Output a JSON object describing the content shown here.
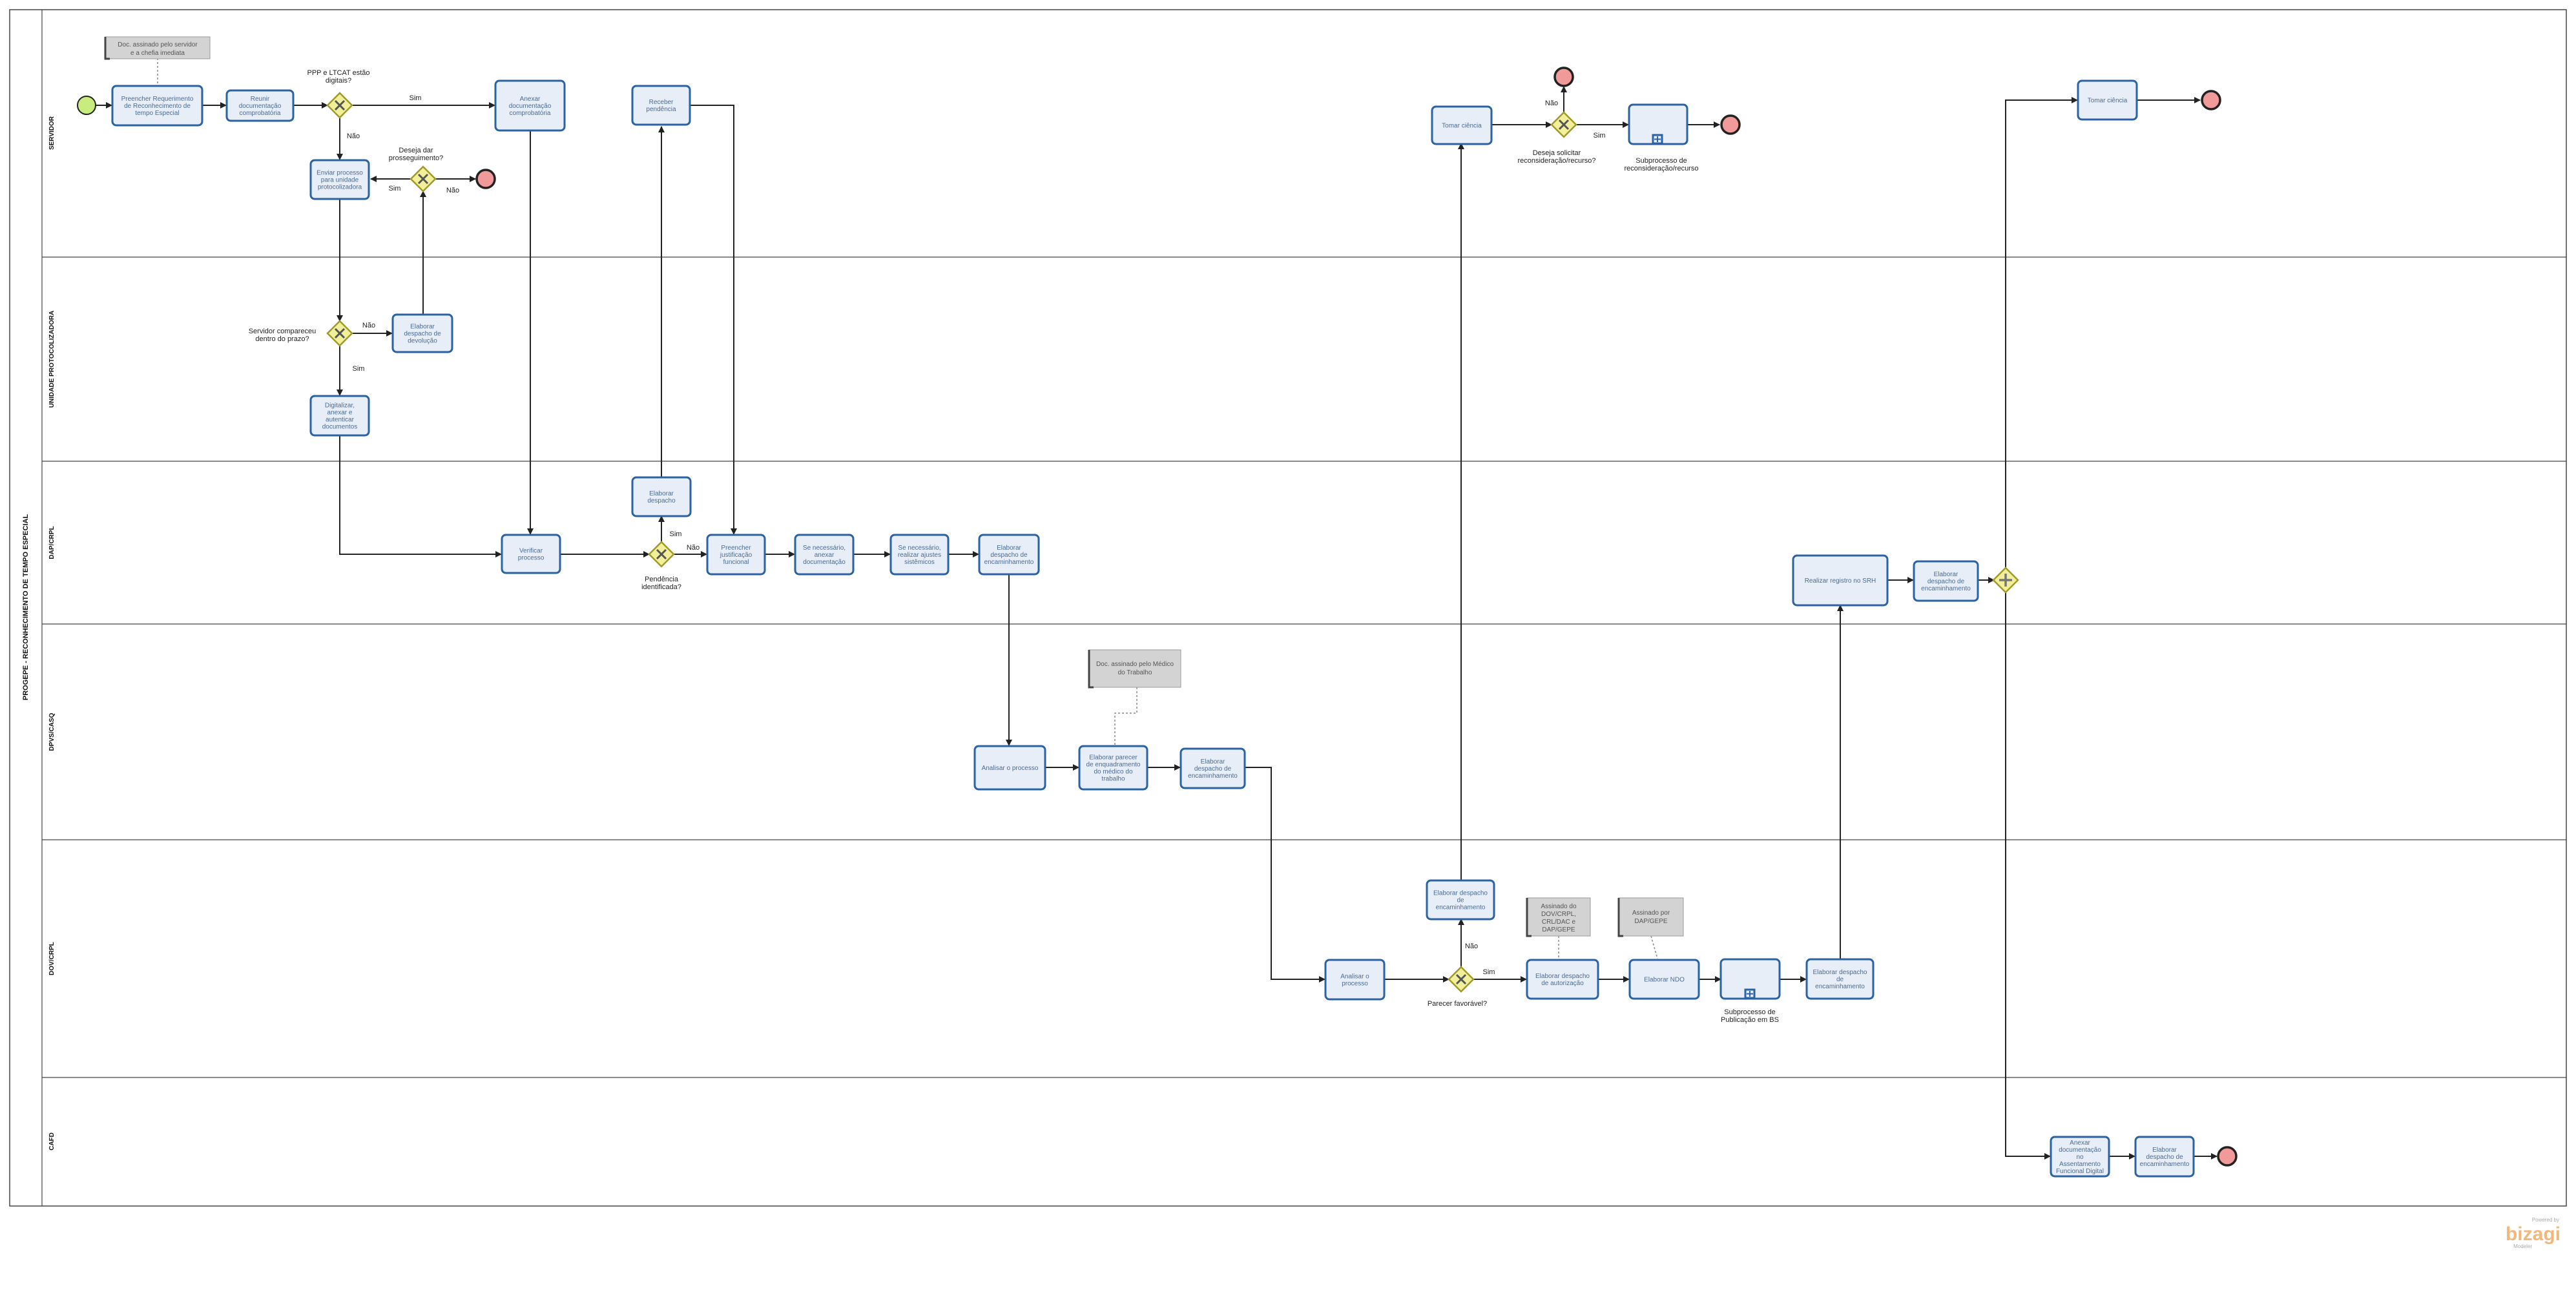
{
  "pool": {
    "label": "PROGEPE - RECONHECIMENTO DE TEMPO ESPECIAL"
  },
  "lanes": {
    "servidor": "SERVIDOR",
    "protocolizadora": "UNIDADE PROTOCOLIZADORA",
    "dap": "DAP/CRPL",
    "dpvs": "DPVS/CASQ",
    "dov": "DOV/CRPL",
    "cafd": "CAFD"
  },
  "notes": {
    "n1": [
      "Doc. assinado pelo servidor",
      "e a chefia imediata"
    ],
    "n2": [
      "Doc. assinado pelo Médico",
      "do Trabalho"
    ],
    "n3": [
      "Assinado do",
      "DOV/CRPL,",
      "CRL/DAC e",
      "DAP/GEPE"
    ],
    "n4": [
      "Assinado por",
      "DAP/GEPE"
    ]
  },
  "tasks": {
    "t1": [
      "Preencher Requerimento",
      "de Reconhecimento de",
      "tempo Especial"
    ],
    "t2": [
      "Reunir",
      "documentação",
      "comprobatória"
    ],
    "t3": [
      "Anexar",
      "documentação",
      "comprobatória"
    ],
    "t4": [
      "Receber",
      "pendência"
    ],
    "t5": [
      "Enviar processo",
      "para unidade",
      "protocolizadora"
    ],
    "t6": [
      "Tomar ciência"
    ],
    "t7": [
      "Tomar ciência"
    ],
    "t8": [
      "Elaborar",
      "despacho de",
      "devolução"
    ],
    "t9": [
      "Digitalizar,",
      "anexar e",
      "autenticar",
      "documentos"
    ],
    "t10": [
      "Elaborar",
      "despacho"
    ],
    "t11": [
      "Verificar",
      "processo"
    ],
    "t12": [
      "Preencher",
      "justificação",
      "funcional"
    ],
    "t13": [
      "Se necessário,",
      "anexar",
      "documentação"
    ],
    "t14": [
      "Se necessário,",
      "realizar ajustes",
      "sistêmicos"
    ],
    "t15": [
      "Elaborar",
      "despacho de",
      "encaminhamento"
    ],
    "t16": [
      "Realizar registro no SRH"
    ],
    "t17": [
      "Elaborar",
      "despacho de",
      "encaminhamento"
    ],
    "t18": [
      "Analisar o processo"
    ],
    "t19": [
      "Elaborar parecer",
      "de enquadramento",
      "do médico do",
      "trabalho"
    ],
    "t20": [
      "Elaborar",
      "despacho de",
      "encaminhamento"
    ],
    "t21": [
      "Elaborar despacho",
      "de",
      "encaminhamento"
    ],
    "t22": [
      "Analisar o",
      "processo"
    ],
    "t23": [
      "Elaborar despacho",
      "de autorização"
    ],
    "t24": [
      "Elaborar NDO"
    ],
    "t25": [
      "Elaborar despacho",
      "de",
      "encaminhamento"
    ],
    "t26": [
      "Anexar",
      "documentação",
      "no",
      "Assentamento",
      "Funcional Digital"
    ],
    "t27": [
      "Elaborar",
      "despacho de",
      "encaminhamento"
    ]
  },
  "subprocesses": {
    "s1": [
      "Subprocesso de",
      "reconsideração/recurso"
    ],
    "s2": [
      "Subprocesso de",
      "Publicação em BS"
    ]
  },
  "gateways": {
    "g1": [
      "PPP e LTCAT estão",
      "digitais?"
    ],
    "g2": [
      "Deseja dar",
      "prosseguimento?"
    ],
    "g3": [
      "Servidor compareceu",
      "dentro do prazo?"
    ],
    "g4": [
      "Pendência",
      "identificada?"
    ],
    "g5": [
      "Deseja solicitar",
      "reconsideração/recurso?"
    ],
    "g6": [
      "Parecer favorável?"
    ]
  },
  "flow_labels": {
    "sim": "Sim",
    "nao": "Não"
  },
  "brand": {
    "name": "bizagi",
    "powered": "Powered by",
    "product": "Modeler"
  },
  "colors": {
    "task_fill": "#e8eef8",
    "task_stroke": "#2a62a3",
    "gateway_fill": "#f2ef9a",
    "start_fill": "#c9ec7e",
    "end_fill": "#f09a9a",
    "note_fill": "#d3d3d3"
  },
  "icons": [
    "start-event-icon",
    "end-event-icon",
    "exclusive-gateway-icon",
    "parallel-gateway-icon",
    "subprocess-plus-icon"
  ]
}
